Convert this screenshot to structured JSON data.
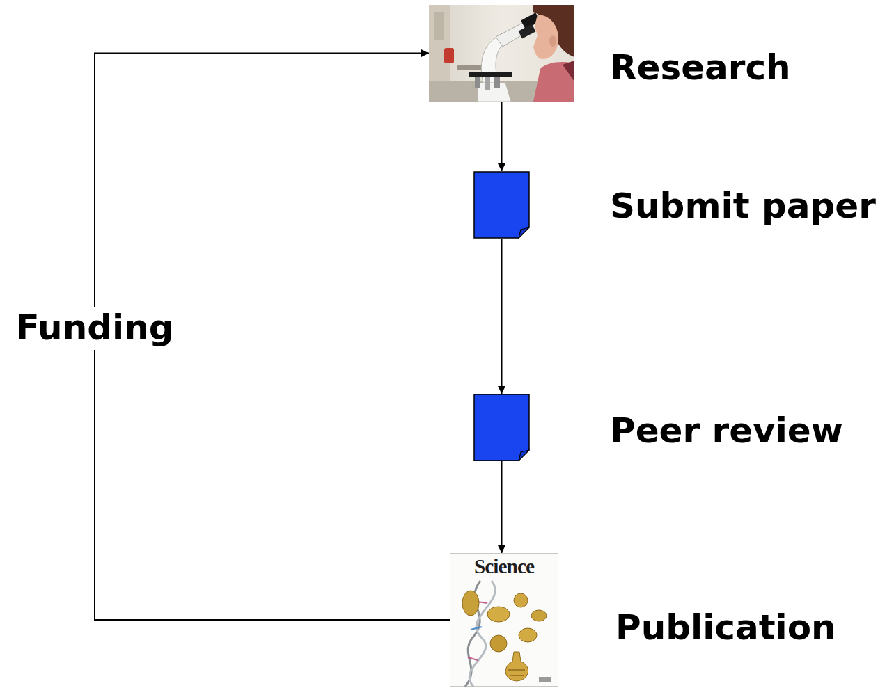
{
  "diagram": {
    "nodes": [
      {
        "text": [
          "Research"
        ]
      },
      {
        "text": [
          "Submit paper"
        ]
      },
      {
        "text": [
          "Peer review"
        ]
      },
      {
        "text": [
          "Science",
          "Publication"
        ]
      }
    ],
    "edges": [
      {
        "from": 0,
        "to": 1,
        "arrow": "to"
      },
      {
        "from": 1,
        "to": 2,
        "arrow": "to"
      },
      {
        "from": 2,
        "to": 3,
        "arrow": "to"
      },
      {
        "from": 3,
        "to": 0,
        "label": "Funding",
        "arrow": "to"
      }
    ]
  }
}
